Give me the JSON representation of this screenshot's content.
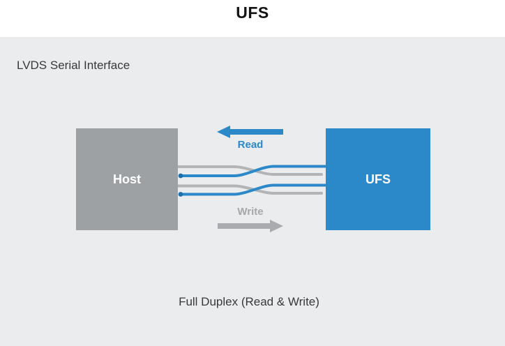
{
  "header": {
    "title": "UFS"
  },
  "panel": {
    "subtitle": "LVDS Serial Interface",
    "caption": "Full Duplex (Read & Write)"
  },
  "diagram": {
    "host_label": "Host",
    "ufs_label": "UFS",
    "read_label": "Read",
    "write_label": "Write"
  },
  "colors": {
    "blue": "#2b89c9",
    "blue_end_dot": "#1f6fad",
    "host_gray": "#9ea1a4",
    "line_gray": "#b2b4b6",
    "arrow_gray": "#a9abae",
    "write_text_gray": "#a5a8ab",
    "panel_bg": "#ebecee",
    "text_dark": "#383838",
    "title_color": "#131313"
  }
}
